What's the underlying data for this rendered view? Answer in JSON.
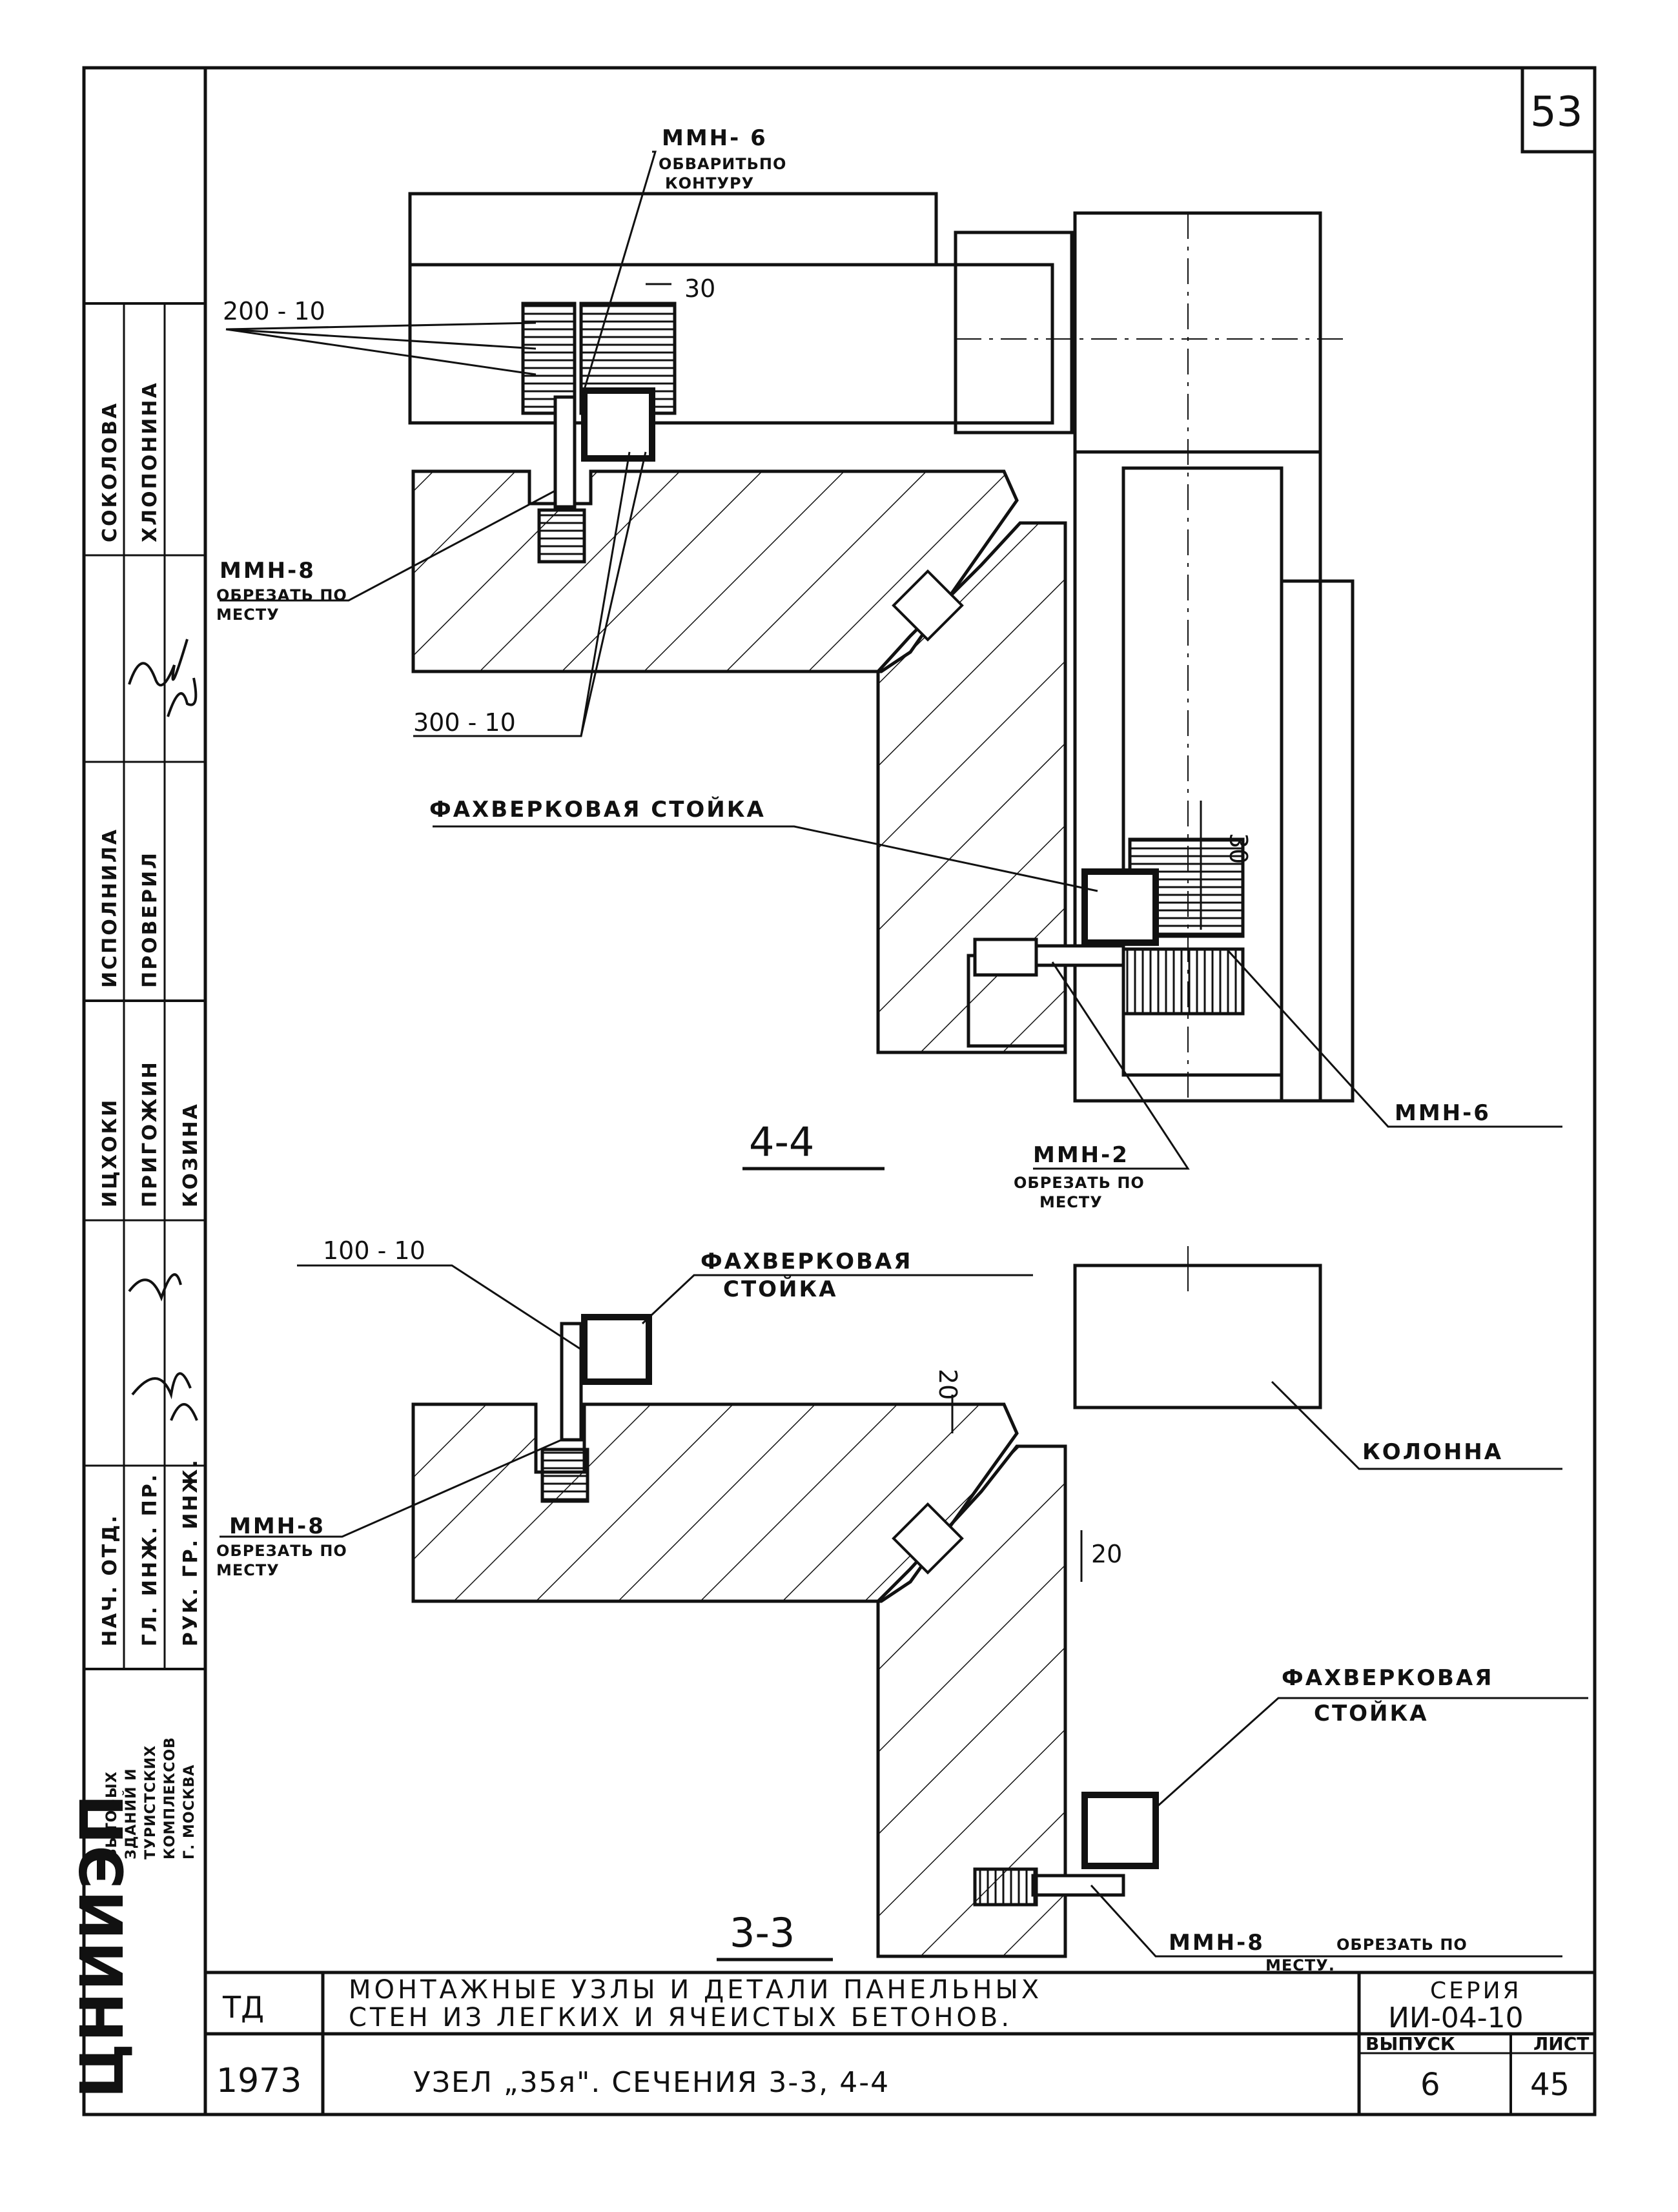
{
  "sheet_number": "53",
  "section_4_4": {
    "title": "4-4",
    "labels": {
      "mmn6_top": "ММН- 6",
      "weld_note_1": "ОБВАРИТЬПО",
      "weld_note_2": "КОНТУРУ",
      "dim_200_10": "200 - 10",
      "dim_30_top": "30",
      "mmn8": "ММН-8",
      "mmn8_note_1": "ОБРЕЗАТЬ ПО",
      "mmn8_note_2": "МЕСТУ",
      "dim_300_10": "300 - 10",
      "post": "ФАХВЕРКОВАЯ СТОЙКА",
      "dim_30_right": "30",
      "mmn6_right": "ММН-6",
      "mmn2": "ММН-2",
      "mmn2_note_1": "ОБРЕЗАТЬ ПО",
      "mmn2_note_2": "МЕСТУ"
    }
  },
  "section_3_3": {
    "title": "3-3",
    "labels": {
      "dim_100_10": "100 - 10",
      "post_1": "ФАХВЕРКОВАЯ",
      "post_2": "СТОЙКА",
      "dim_20_top": "20",
      "column": "КОЛОННА",
      "mmn8": "ММН-8",
      "mmn8_note_1": "ОБРЕЗАТЬ ПО",
      "mmn8_note_2": "МЕСТУ",
      "dim_20_side": "20",
      "post_right_1": "ФАХВЕРКОВАЯ",
      "post_right_2": "СТОЙКА",
      "mmn8_bottom": "ММН-8",
      "mmn8_bottom_note": "ОБРЕЗАТЬ ПО",
      "mmn8_bottom_note_2": "МЕСТУ."
    }
  },
  "title_block": {
    "code": "ТД",
    "year": "1973",
    "title_line_1": "МОНТАЖНЫЕ УЗЛЫ И ДЕТАЛИ ПАНЕЛЬНЫХ",
    "title_line_2": "СТЕН ИЗ ЛЕГКИХ И ЯЧЕИСТЫХ БЕТОНОВ.",
    "subtitle": "УЗЕЛ „35я\". СЕЧЕНИЯ 3-3, 4-4",
    "series_label": "СЕРИЯ",
    "series_value": "ИИ-04-10",
    "issue_label": "ВЫПУСК",
    "issue_value": "6",
    "sheet_label": "ЛИСТ",
    "sheet_value": "45"
  },
  "side_stamp": {
    "institute": "ЦНИИЭП",
    "org_1": "БЫТОВЫХ",
    "org_2": "ЗДАНИЙ И",
    "org_3": "ТУРИСТСКИХ",
    "org_4": "КОМПЛЕКСОВ",
    "org_5": "Г. МОСКВА",
    "roles": [
      "НАЧ. ОТД.",
      "ГЛ. ИНЖ. ПР.",
      "РУК. ГР. ИНЖ.",
      "ИЦХОКИ",
      "ПРИГОЖИН",
      "КОЗИНА",
      "ИСПОЛНИЛА",
      "ПРОВЕРИЛ",
      "СОКОЛОВА",
      "ХЛОПОНИНА"
    ]
  }
}
